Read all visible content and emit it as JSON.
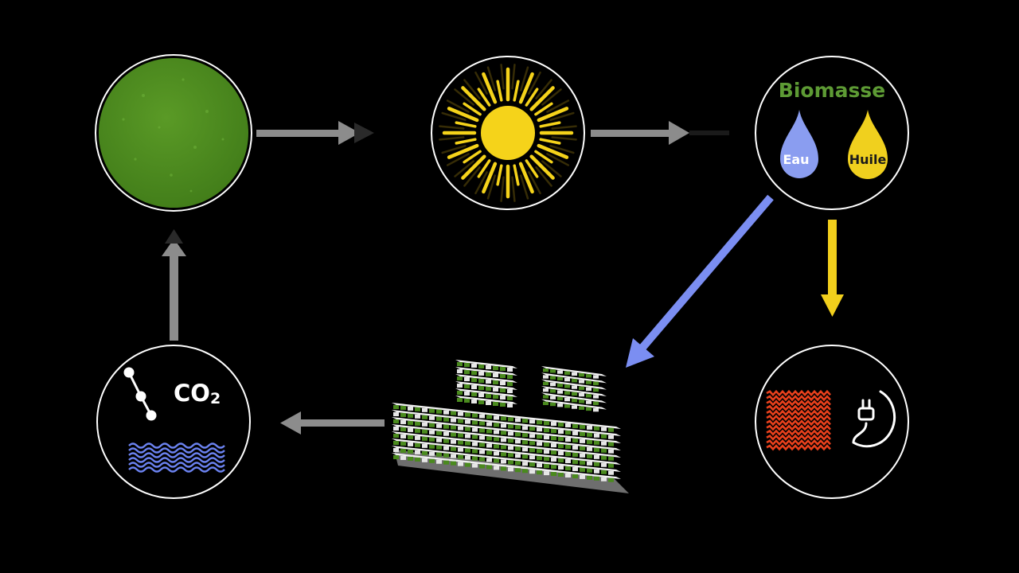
{
  "labels": {
    "biomasse": "Biomasse",
    "water": "Eau",
    "oil": "Huile",
    "co2_main": "CO",
    "co2_sub": "2"
  },
  "colors": {
    "background": "#000000",
    "algae_green": "#4a8a1e",
    "label_green": "#5d9a34",
    "sun_yellow": "#f5d31a",
    "water_blue": "#8a9df0",
    "oil_yellow": "#f0d01e",
    "arrow_gray": "#8c8c8c",
    "arrow_blue": "#7b8ef2",
    "arrow_yellow": "#f2cf1c",
    "heat_red": "#e8401c",
    "co2_wave_blue": "#6b82f0",
    "circle_outline": "#ffffff"
  },
  "icons": {
    "algae": "algae-culture-icon",
    "sun": "sun-icon",
    "water": "water-drop-icon",
    "oil": "oil-drop-icon",
    "heat": "heat-coil-icon",
    "electricity": "power-plug-icon",
    "co2": "co2-molecule-icon",
    "building": "algae-facade-building-icon"
  }
}
